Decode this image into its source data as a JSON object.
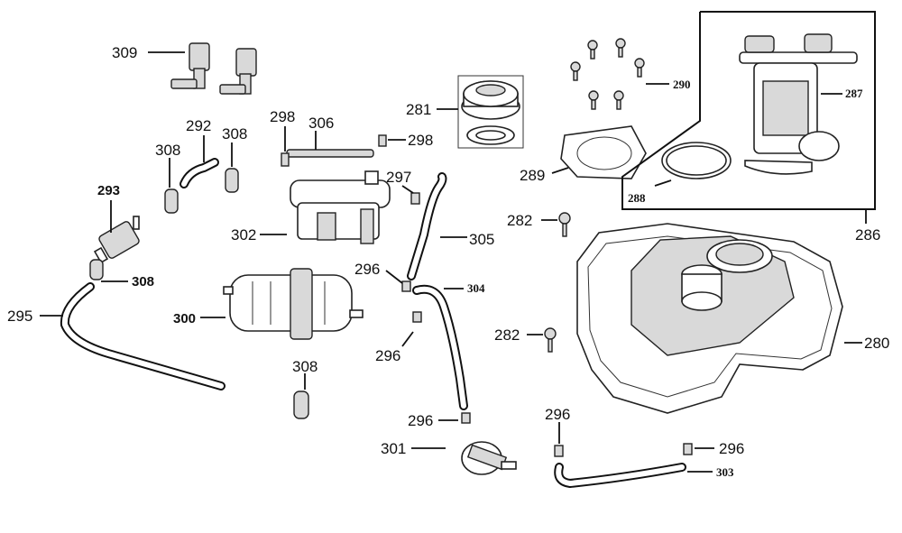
{
  "callouts": {
    "c309": "309",
    "c292": "292",
    "c308a": "308",
    "c308b": "308",
    "c293": "293",
    "c308c": "308",
    "c295": "295",
    "c300": "300",
    "c308d": "308",
    "c298a": "298",
    "c306": "306",
    "c298b": "298",
    "c281": "281",
    "c297": "297",
    "c302": "302",
    "c305": "305",
    "c296a": "296",
    "c304": "304",
    "c296b": "296",
    "c296c": "296",
    "c301": "301",
    "c296d": "296",
    "c296e": "296",
    "c303": "303",
    "c290": "290",
    "c287": "287",
    "c289": "289",
    "c288": "288",
    "c282a": "282",
    "c286": "286",
    "c282b": "282",
    "c280": "280"
  },
  "colors": {
    "ink": "#111111",
    "fill": "#d9d9d9",
    "background": "#ffffff"
  }
}
